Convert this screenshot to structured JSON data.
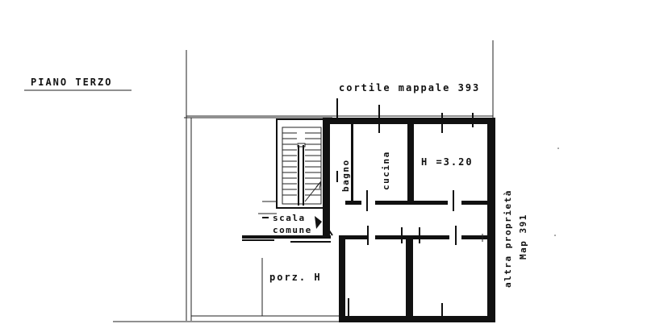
{
  "title": "PIANO TERZO",
  "labels": {
    "courtyard": "cortile mappale 393",
    "bathroom": "bagno",
    "kitchen": "cucina",
    "height": "H =3.20",
    "stair_line1": "scala",
    "stair_line2": "comune",
    "porch": "porz. H",
    "neighbor_line1": "altra proprietà",
    "neighbor_line2": "Map 391"
  },
  "colors": {
    "ink": "#111111",
    "paper": "#ffffff"
  }
}
